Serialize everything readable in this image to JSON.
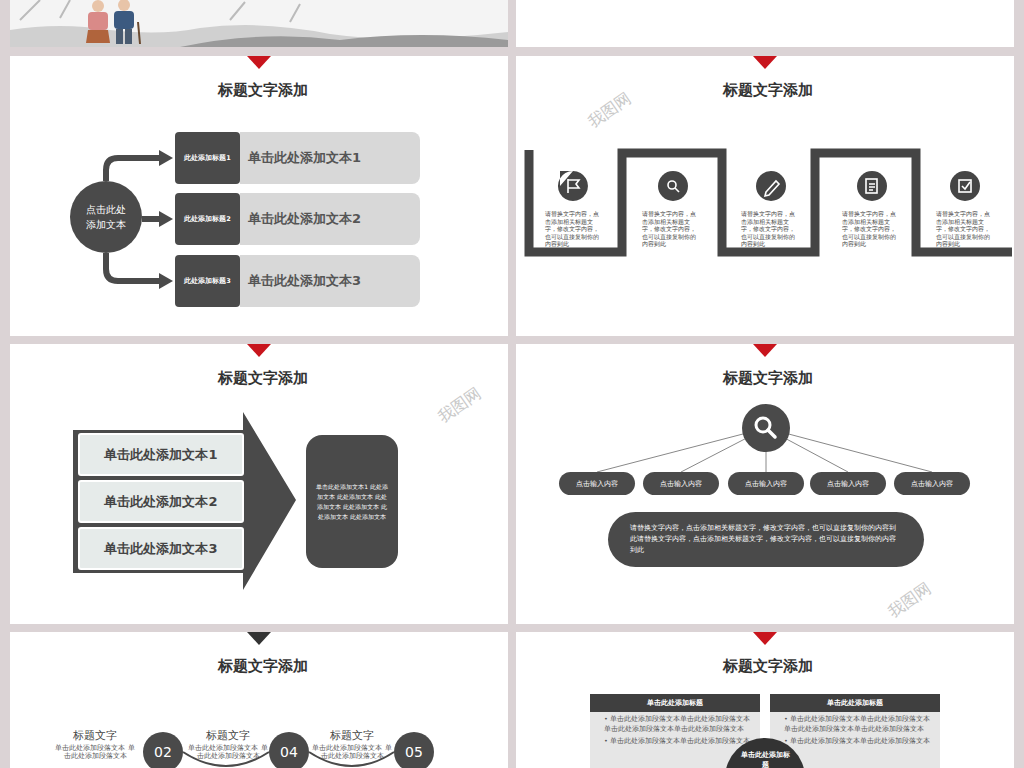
{
  "diagram": {
    "nodes": [
      {
        "text": [
          "点击此处 添加文本"
        ]
      },
      {
        "text": [
          "此处添加标题1"
        ]
      },
      {
        "text": [
          "单击此处添加文本1"
        ]
      },
      {
        "text": [
          "此处添加标题2"
        ]
      },
      {
        "text": [
          "单击此处添加文本2"
        ]
      },
      {
        "text": [
          "此处添加标题3"
        ]
      },
      {
        "text": [
          "单击此处添加文本3"
        ]
      },
      {
        "text": [
          "单击此处添加文本1"
        ]
      },
      {
        "text": [
          "单击此处添加文本2"
        ]
      },
      {
        "text": [
          "单击此处添加文本3"
        ]
      },
      {
        "text": [
          "单击此处添加文本1 此处添加文本 此处添加文本 此处添加文本 此处添加文本 此处添加文本 此处添加文本"
        ]
      },
      {
        "text": [
          "点击输入内容"
        ]
      },
      {
        "text": [
          "点击输入内容"
        ]
      },
      {
        "text": [
          "点击输入内容"
        ]
      },
      {
        "text": [
          "点击输入内容"
        ]
      },
      {
        "text": [
          "点击输入内容"
        ]
      },
      {
        "text": [
          "请替换文字内容，点击添加相关标题文字，修改文字内容，也可以直接复制你的内容到此请替换文字内容，点击添加相关标题文字，修改文字内容，也可以直接复制你的内容到此"
        ]
      },
      {
        "text": [
          "02"
        ]
      },
      {
        "text": [
          "04"
        ]
      },
      {
        "text": [
          "05"
        ]
      },
      {
        "text": [
          "单击此处添加标题",
          "• 单击此处添加段落文本单击此处添加段落文本 单击此处添加段落文本单击此处添加段落文本",
          "• 单击此处添加段落文本单击此处添加段落文本"
        ]
      },
      {
        "text": [
          "单击此处添加标题",
          "• 单击此处添加段落文本单击此处添加段落文本 单击此处添加段落文本单击此处添加段落文本",
          "• 单击此处添加段落文本单击此处添加段落文本"
        ]
      },
      {
        "text": [
          "单击此处添加标题"
        ]
      }
    ],
    "edges": [
      {
        "from": 0,
        "to": 1,
        "arrow": "to"
      },
      {
        "from": 0,
        "to": 3,
        "arrow": "to"
      },
      {
        "from": 0,
        "to": 5,
        "arrow": "to"
      }
    ],
    "labels": [
      "标题文字添加",
      "标题文字添加",
      "标题文字添加",
      "标题文字添加",
      "标题文字添加",
      "标题文字添加",
      "请替换文字内容，点击添加相关标题文字，修改文字内容，也可以直接复制你的内容到此",
      "请替换文字内容，点击添加相关标题文字，修改文字内容，也可以直接复制你的内容到此",
      "请替换文字内容，点击添加相关标题文字，修改文字内容，也可以直接复制你的内容到此",
      "请替换文字内容，点击添加相关标题文字，修改文字内容，也可以直接复制你的内容到此",
      "请替换文字内容，点击添加相关标题文字，修改文字内容，也可以直接复制你的内容到此",
      "标题文字",
      "标题文字",
      "标题文字",
      "单击此处添加段落文本 单击此处添加段落文本",
      "单击此处添加段落文本 单击此处添加段落文本",
      "单击此处添加段落文本 单击此处添加段落文本",
      "我图网",
      "我图网",
      "我图网"
    ]
  }
}
